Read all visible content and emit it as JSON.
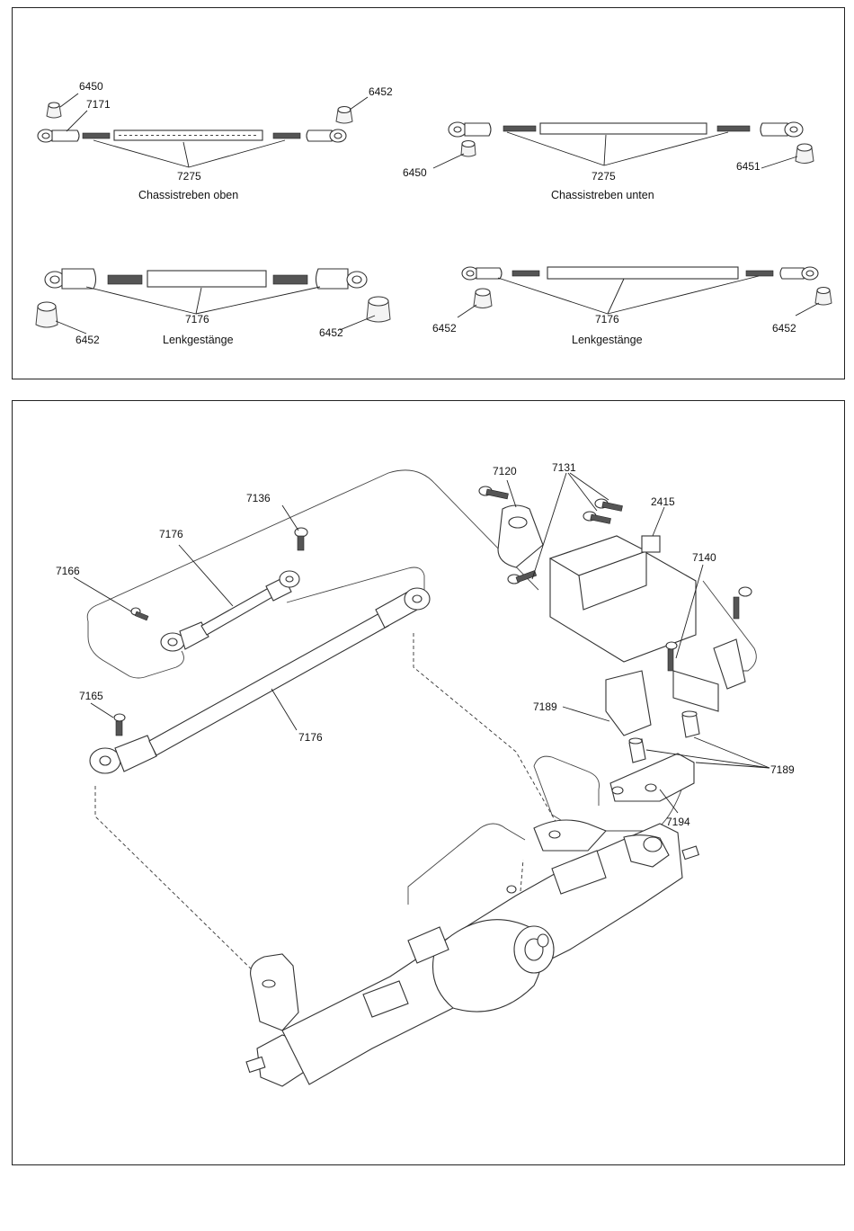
{
  "top_panel": {
    "assemblies": [
      {
        "name": "upper-chassis-link",
        "caption": "Chassistreben oben",
        "labels": {
          "ball_end_a": "6450",
          "rod_end": "7171",
          "ball_end_b": "6452",
          "rod": "7275"
        }
      },
      {
        "name": "lower-chassis-link",
        "caption": "Chassistreben unten",
        "labels": {
          "ball_end_a": "6450",
          "rod": "7275",
          "ball_end_b": "6451"
        }
      },
      {
        "name": "steering-link-left",
        "caption": "Lenkgestänge",
        "labels": {
          "ball_end_a": "6452",
          "rod": "7176",
          "ball_end_b": "6452"
        }
      },
      {
        "name": "steering-link-right",
        "caption": "Lenkgestänge",
        "labels": {
          "ball_end_a": "6452",
          "rod": "7176",
          "ball_end_b": "6452"
        }
      }
    ]
  },
  "bottom_panel": {
    "labels": {
      "screw_7120": "7120",
      "screw_7131": "7131",
      "servo_2415": "2415",
      "screw_7140": "7140",
      "screw_7136": "7136",
      "link_7176_upper": "7176",
      "screw_7166": "7166",
      "screw_7165": "7165",
      "link_7176_lower": "7176",
      "spacer_7189_a": "7189",
      "spacer_7189_b": "7189",
      "mount_7194": "7194"
    }
  }
}
